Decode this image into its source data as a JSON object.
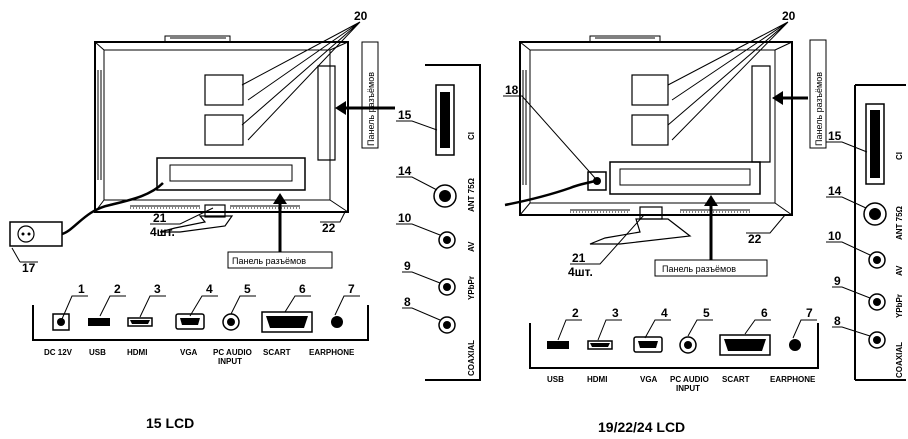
{
  "left": {
    "callouts": {
      "c1": "1",
      "c2": "2",
      "c3": "3",
      "c4": "4",
      "c5": "5",
      "c6": "6",
      "c7": "7",
      "c8": "8",
      "c9": "9",
      "c10": "10",
      "c14": "14",
      "c15": "15",
      "c17": "17",
      "c20": "20",
      "c21": "21",
      "c21_sub": "4шт.",
      "c22": "22"
    },
    "panel_label_bottom": "Панель разъёмов",
    "panel_label_side": "Панель разъёмов",
    "port_labels": {
      "dc": "DC 12V",
      "usb": "USB",
      "hdmi": "HDMI",
      "vga": "VGA",
      "pc_audio_1": "PC AUDIO",
      "pc_audio_2": "INPUT",
      "scart": "SCART",
      "earphone": "EARPHONE"
    },
    "side_labels": {
      "ci": "CI",
      "ant": "ANT 75Ω",
      "av": "AV",
      "ypbpr": "YPbPr",
      "coaxial": "COAXIAL"
    },
    "title": "15 LCD"
  },
  "right": {
    "callouts": {
      "c2": "2",
      "c3": "3",
      "c4": "4",
      "c5": "5",
      "c6": "6",
      "c7": "7",
      "c8": "8",
      "c9": "9",
      "c10": "10",
      "c14": "14",
      "c15": "15",
      "c18": "18",
      "c20": "20",
      "c21": "21",
      "c21_sub": "4шт.",
      "c22": "22"
    },
    "panel_label_bottom": "Панель разъёмов",
    "panel_label_side": "Панель разъёмов",
    "port_labels": {
      "usb": "USB",
      "hdmi": "HDMI",
      "vga": "VGA",
      "pc_audio_1": "PC AUDIO",
      "pc_audio_2": "INPUT",
      "scart": "SCART",
      "earphone": "EARPHONE"
    },
    "side_labels": {
      "ci": "CI",
      "ant": "ANT 75Ω",
      "av": "AV",
      "ypbpr": "YPbPr",
      "coaxial": "COAXIAL"
    },
    "title": "19/22/24 LCD"
  }
}
